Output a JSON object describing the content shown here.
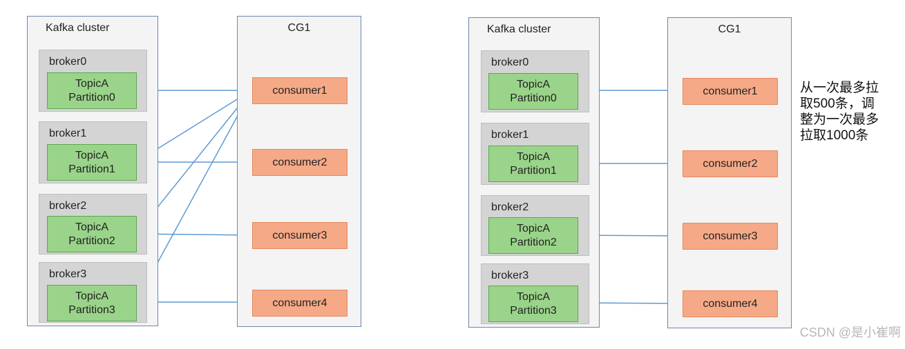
{
  "diagrams": [
    {
      "cluster_title": "Kafka cluster",
      "group_title": "CG1",
      "brokers": [
        {
          "label": "broker0",
          "topic": "TopicA",
          "partition": "Partition0"
        },
        {
          "label": "broker1",
          "topic": "TopicA",
          "partition": "Partition1"
        },
        {
          "label": "broker2",
          "topic": "TopicA",
          "partition": "Partition2"
        },
        {
          "label": "broker3",
          "topic": "TopicA",
          "partition": "Partition3"
        }
      ],
      "consumers": [
        "consumer1",
        "consumer2",
        "consumer3",
        "consumer4"
      ]
    },
    {
      "cluster_title": "Kafka cluster",
      "group_title": "CG1",
      "brokers": [
        {
          "label": "broker0",
          "topic": "TopicA",
          "partition": "Partition0"
        },
        {
          "label": "broker1",
          "topic": "TopicA",
          "partition": "Partition1"
        },
        {
          "label": "broker2",
          "topic": "TopicA",
          "partition": "Partition2"
        },
        {
          "label": "broker3",
          "topic": "TopicA",
          "partition": "Partition3"
        }
      ],
      "consumers": [
        "consumer1",
        "consumer2",
        "consumer3",
        "consumer4"
      ]
    }
  ],
  "note": "从一次最多拉\n取500条，调\n整为一次最多\n拉取1000条",
  "watermark": "CSDN @是小崔啊",
  "colors": {
    "frame": "#6f87ad",
    "broker": "#d4d4d4",
    "topic": "#9ad48a",
    "consumer": "#f6a986",
    "arrow": "#5b9bd5"
  }
}
